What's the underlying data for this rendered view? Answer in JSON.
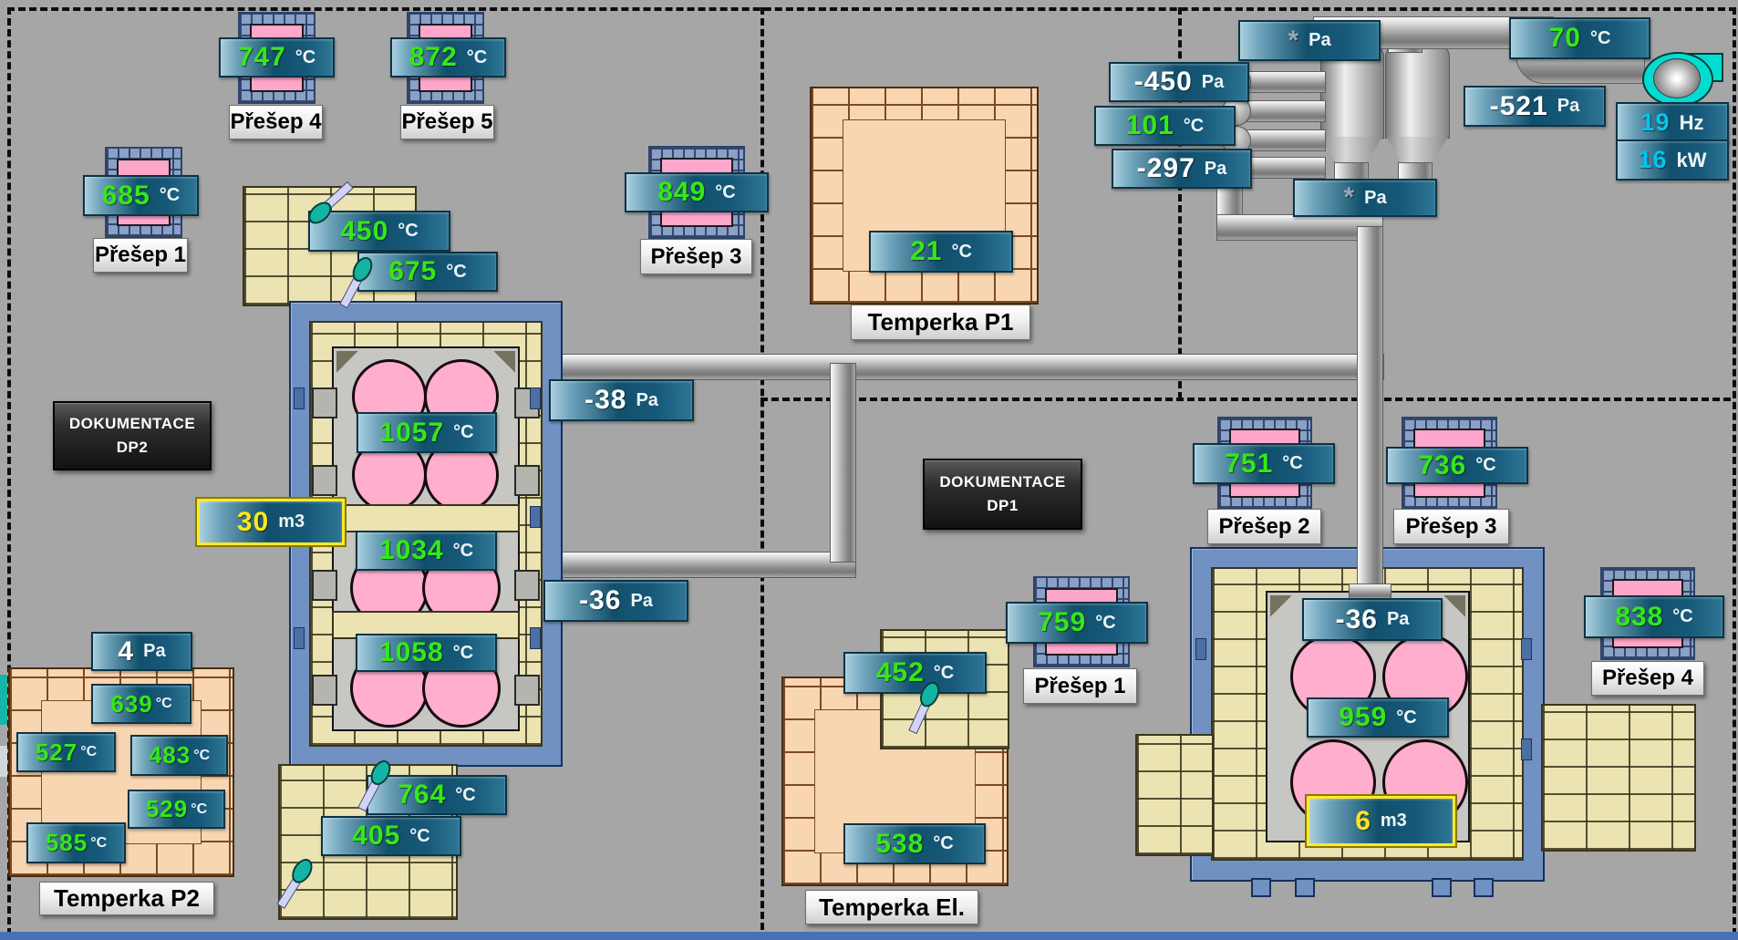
{
  "left_section": {
    "preseps": [
      {
        "name": "Přešep 4",
        "value": "747",
        "unit": "°C"
      },
      {
        "name": "Přešep 5",
        "value": "872",
        "unit": "°C"
      },
      {
        "name": "Přešep 1",
        "value": "685",
        "unit": "°C"
      },
      {
        "name": "Přešep 3",
        "value": "849",
        "unit": "°C"
      }
    ],
    "stack_top": [
      {
        "value": "450",
        "unit": "°C"
      },
      {
        "value": "675",
        "unit": "°C"
      }
    ],
    "stack_bottom": [
      {
        "value": "764",
        "unit": "°C"
      },
      {
        "value": "405",
        "unit": "°C"
      }
    ],
    "furnace": {
      "chambers": [
        {
          "value": "1057",
          "unit": "°C"
        },
        {
          "value": "1034",
          "unit": "°C"
        },
        {
          "value": "1058",
          "unit": "°C"
        }
      ],
      "volume": {
        "value": "30",
        "unit": "m3"
      },
      "flue_upper": {
        "value": "-38",
        "unit": "Pa"
      },
      "flue_lower": {
        "value": "-36",
        "unit": "Pa"
      }
    },
    "dokumentace_dp2": {
      "line1": "DOKUMENTACE",
      "line2": "DP2"
    },
    "temperka_p2": {
      "label": "Temperka P2",
      "pressure": {
        "value": "4",
        "unit": "Pa"
      },
      "temps": [
        {
          "value": "639",
          "unit": "°C"
        },
        {
          "value": "527",
          "unit": "°C"
        },
        {
          "value": "483",
          "unit": "°C"
        },
        {
          "value": "529",
          "unit": "°C"
        },
        {
          "value": "585",
          "unit": "°C"
        }
      ]
    }
  },
  "middle_section": {
    "temperka_p1": {
      "label": "Temperka P1",
      "temp": {
        "value": "21",
        "unit": "°C"
      }
    },
    "temperka_el": {
      "label": "Temperka El.",
      "temp": {
        "value": "538",
        "unit": "°C"
      }
    },
    "dokumentace_dp1": {
      "line1": "DOKUMENTACE",
      "line2": "DP1"
    },
    "sensor": {
      "value": "452",
      "unit": "°C"
    }
  },
  "right_section": {
    "preseps": [
      {
        "name": "Přešep 2",
        "value": "751",
        "unit": "°C"
      },
      {
        "name": "Přešep 3",
        "value": "736",
        "unit": "°C"
      },
      {
        "name": "Přešep 1",
        "value": "759",
        "unit": "°C"
      },
      {
        "name": "Přešep 4",
        "value": "838",
        "unit": "°C"
      }
    ],
    "furnace": {
      "pressure": {
        "value": "-36",
        "unit": "Pa"
      },
      "temp": {
        "value": "959",
        "unit": "°C"
      },
      "volume": {
        "value": "6",
        "unit": "m3"
      }
    }
  },
  "exhaust": {
    "filter_pressure_top": {
      "value": "*",
      "unit": "Pa"
    },
    "filter_pressure_bottom": {
      "value": "*",
      "unit": "Pa"
    },
    "duct_pressure_1": {
      "value": "-450",
      "unit": "Pa"
    },
    "duct_temp": {
      "value": "101",
      "unit": "°C"
    },
    "duct_pressure_2": {
      "value": "-297",
      "unit": "Pa"
    },
    "outlet_temp": {
      "value": "70",
      "unit": "°C"
    },
    "fan_pressure": {
      "value": "-521",
      "unit": "Pa"
    },
    "fan_freq": {
      "value": "19",
      "unit": "Hz"
    },
    "fan_power": {
      "value": "16",
      "unit": "kW"
    }
  },
  "icons": {
    "thermometer": "thermometer-probe",
    "fan": "exhaust-fan-scroll",
    "asterisk": "invalid-value"
  },
  "colors": {
    "value_green": "#35e817",
    "value_yellow": "#ffe816",
    "value_cyan": "#00c6f0",
    "value_white": "#ffffff",
    "display_teal": "#11506c",
    "background": "#a6a6a6"
  }
}
